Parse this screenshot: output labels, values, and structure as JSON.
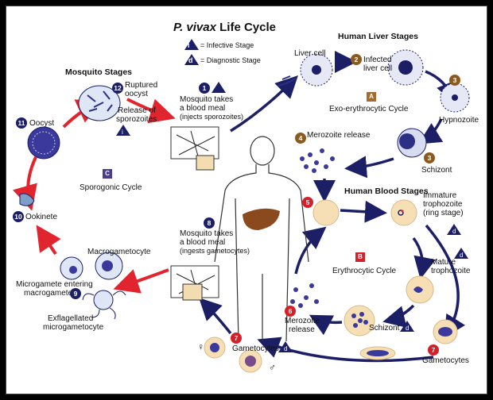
{
  "title": {
    "italic": "P. vivax",
    "rest": " Life Cycle"
  },
  "legend": {
    "infective_symbol": "i",
    "infective_label": "= Infective Stage",
    "diagnostic_symbol": "d",
    "diagnostic_label": "= Diagnostic Stage"
  },
  "sections": {
    "mosquito": "Mosquito Stages",
    "liver": "Human Liver Stages",
    "blood": "Human Blood Stages"
  },
  "cycles": {
    "A": {
      "letter": "A",
      "label": "Exo-erythrocytic Cycle"
    },
    "B": {
      "letter": "B",
      "label": "Erythrocytic Cycle"
    },
    "C": {
      "letter": "C",
      "label": "Sporogonic Cycle"
    }
  },
  "steps": {
    "s1": {
      "num": "1",
      "line1": "Mosquito takes",
      "line2": "a blood meal",
      "line3": "(injects sporozoites)"
    },
    "s2": {
      "num": "2",
      "line1": "Infected",
      "line2": "liver cell"
    },
    "s3": {
      "num": "3",
      "label": "Schizont"
    },
    "s4": {
      "num": "4",
      "label": "Merozoite release"
    },
    "s5": {
      "num": "5"
    },
    "s6": {
      "num": "6",
      "line1": "Merozoite",
      "line2": "release"
    },
    "s7a": {
      "num": "7",
      "label": "Gametocytes"
    },
    "s7b": {
      "num": "7",
      "label": "Gametocytes"
    },
    "s8": {
      "num": "8",
      "line1": "Mosquito takes",
      "line2": "a blood meal",
      "line3": "(ingests gametocytes)"
    },
    "s9": {
      "num": "9",
      "line1": "Microgamete entering",
      "line2": "macrogamete"
    },
    "s10": {
      "num": "10",
      "label": "Ookinete"
    },
    "s11": {
      "num": "11",
      "label": "Oocyst"
    },
    "s12": {
      "num": "12",
      "line1": "Ruptured",
      "line2": "oocyst"
    }
  },
  "labels": {
    "liver_cell": "Liver cell",
    "hypnozoite": "Hypnozoite",
    "immature_troph": [
      "Immature",
      "trophozoite",
      "(ring stage)"
    ],
    "mature_troph": [
      "Mature",
      "trophozoite"
    ],
    "schizont_blood": "Schizont",
    "release_sporozoites": [
      "Release of",
      "sporozoites"
    ],
    "macrogametocyte": "Macrogametocyte",
    "exflagellated": [
      "Exflagellated",
      "microgametocyte"
    ],
    "female_symbol": "♀",
    "male_symbol": "♂"
  },
  "colors": {
    "navy": "#1c1f66",
    "red": "#e1252f",
    "brown": "#8a5a1e",
    "cell": "#f6dfb5",
    "purple": "#3b3a9c"
  }
}
